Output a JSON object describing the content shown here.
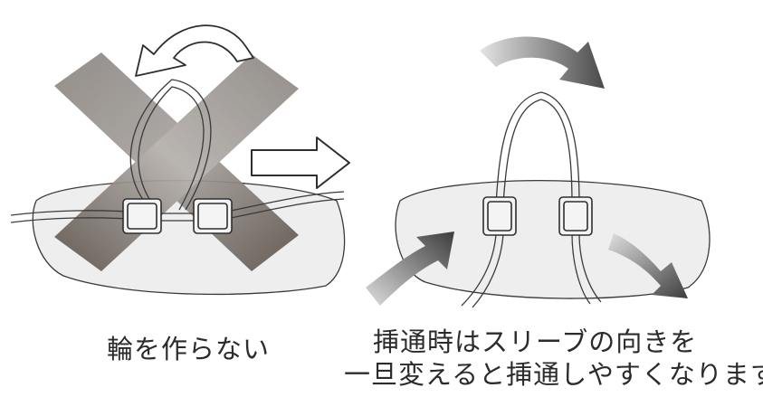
{
  "captions": {
    "left": "輪を作らない",
    "right_line1": "挿通時はスリーブの向きを",
    "right_line2": "一旦変えると挿通しやすくなります"
  },
  "colors": {
    "outline": "#3a3a3a",
    "cushion_fill": "#eeeeee",
    "x_mark": "#5a5048",
    "arrow_dark": "#4a4a4a",
    "arrow_light": "#d0d0d0"
  },
  "icons": {
    "left_panel": [
      "rotate-arrow-icon",
      "prohibited-x-icon",
      "loop-cord-icon",
      "sleeve-clip-icon"
    ],
    "center": [
      "arrow-right-icon"
    ],
    "right_panel": [
      "curved-arrow-icon",
      "sleeve-clip-icon",
      "gradient-arrow-icon"
    ]
  }
}
